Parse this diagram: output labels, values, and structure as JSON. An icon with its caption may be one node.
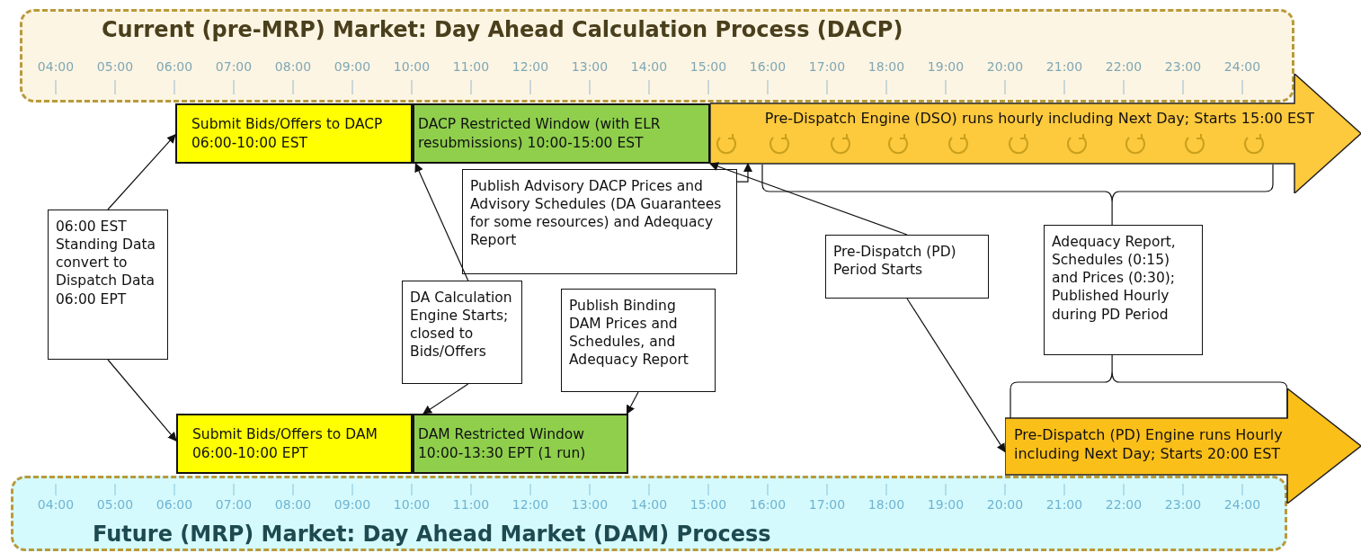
{
  "diagram": {
    "nodes": [
      {
        "text": [
          "Current (pre-MRP) Market: Day Ahead Calculation Process (DACP)"
        ]
      },
      {
        "text": [
          "Submit Bids/Offers to DACP 06:00-10:00 EST"
        ]
      },
      {
        "text": [
          "DACP Restricted Window (with ELR resubmissions) 10:00-15:00 EST"
        ]
      },
      {
        "text": [
          "Pre-Dispatch Engine (DSO) runs hourly including Next Day; Starts 15:00 EST"
        ]
      },
      {
        "text": [
          "06:00 EST Standing Data convert to Dispatch Data 06:00 EPT"
        ]
      },
      {
        "text": [
          "Publish Advisory DACP Prices and Advisory Schedules (DA Guarantees for some resources) and Adequacy Report"
        ]
      },
      {
        "text": [
          "DA Calculation Engine Starts; closed to Bids/Offers"
        ]
      },
      {
        "text": [
          "Publish Binding DAM Prices and Schedules, and Adequacy Report"
        ]
      },
      {
        "text": [
          "Pre-Dispatch (PD) Period Starts"
        ]
      },
      {
        "text": [
          "Adequacy Report, Schedules (0:15) and Prices (0:30); Published Hourly during PD Period"
        ]
      },
      {
        "text": [
          "Submit Bids/Offers to DAM 06:00-10:00 EPT"
        ]
      },
      {
        "text": [
          "DAM Restricted Window 10:00-13:30 EPT (1 run)"
        ]
      },
      {
        "text": [
          "Pre-Dispatch (PD) Engine runs Hourly including Next Day; Starts 20:00 EST"
        ]
      },
      {
        "text": [
          "Future (MRP) Market: Day Ahead Market (DAM) Process"
        ]
      }
    ],
    "edges": [
      {
        "from": 4,
        "to": 1,
        "arrow": "to"
      },
      {
        "from": 4,
        "to": 10,
        "arrow": "to"
      },
      {
        "from": 6,
        "to": 2,
        "arrow": "to"
      },
      {
        "from": 6,
        "to": 11,
        "arrow": "to"
      },
      {
        "from": 5,
        "to": 3,
        "arrow": "to"
      },
      {
        "from": 7,
        "to": 11,
        "arrow": "to"
      },
      {
        "from": 8,
        "to": 3,
        "arrow": "to"
      },
      {
        "from": 8,
        "to": 12,
        "arrow": "to"
      },
      {
        "from": 9,
        "to": 3,
        "arrow": "none"
      },
      {
        "from": 9,
        "to": 12,
        "arrow": "none"
      }
    ],
    "labels": [
      "04:00",
      "05:00",
      "06:00",
      "07:00",
      "08:00",
      "09:00",
      "10:00",
      "11:00",
      "12:00",
      "13:00",
      "14:00",
      "15:00",
      "16:00",
      "17:00",
      "18:00",
      "19:00",
      "20:00",
      "21:00",
      "22:00",
      "23:00",
      "24:00",
      "04:00",
      "05:00",
      "06:00",
      "07:00",
      "08:00",
      "09:00",
      "10:00",
      "11:00",
      "12:00",
      "13:00",
      "14:00",
      "15:00",
      "16:00",
      "17:00",
      "18:00",
      "19:00",
      "20:00",
      "21:00",
      "22:00",
      "23:00",
      "24:00"
    ]
  }
}
